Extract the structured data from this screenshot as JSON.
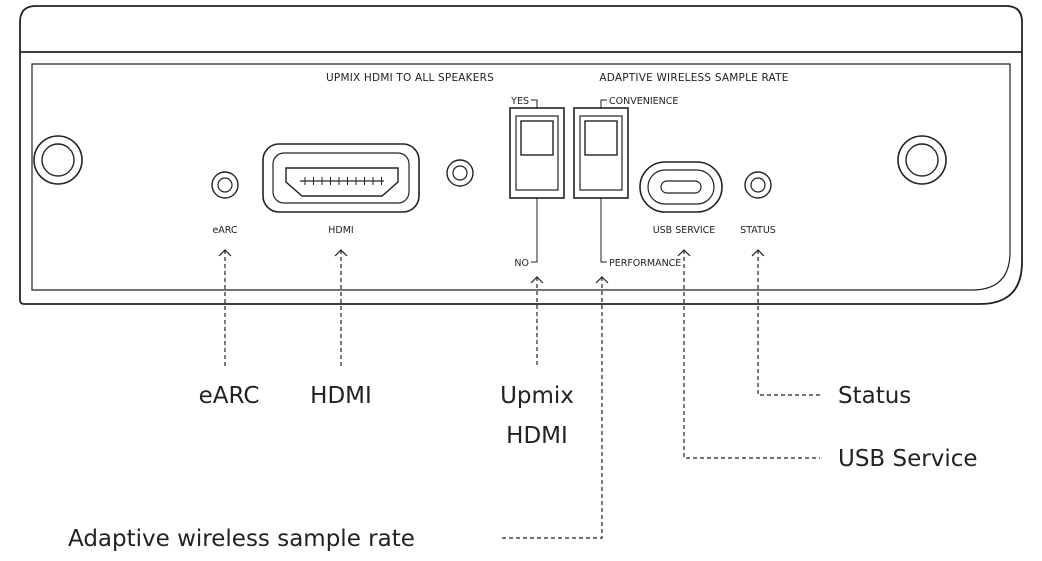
{
  "panel": {
    "header_upmix": "UPMIX HDMI TO ALL SPEAKERS",
    "header_adaptive": "ADAPTIVE WIRELESS SAMPLE RATE",
    "switch_upmix_top": "YES",
    "switch_upmix_bottom": "NO",
    "switch_adaptive_top": "CONVENIENCE",
    "switch_adaptive_bottom": "PERFORMANCE",
    "port_earc": "eARC",
    "port_hdmi": "HDMI",
    "port_usb": "USB SERVICE",
    "port_status": "STATUS"
  },
  "callouts": {
    "earc": "eARC",
    "hdmi": "HDMI",
    "upmix_line1": "Upmix",
    "upmix_line2": "HDMI",
    "status": "Status",
    "usb": "USB Service",
    "adaptive": "Adaptive wireless sample rate"
  }
}
